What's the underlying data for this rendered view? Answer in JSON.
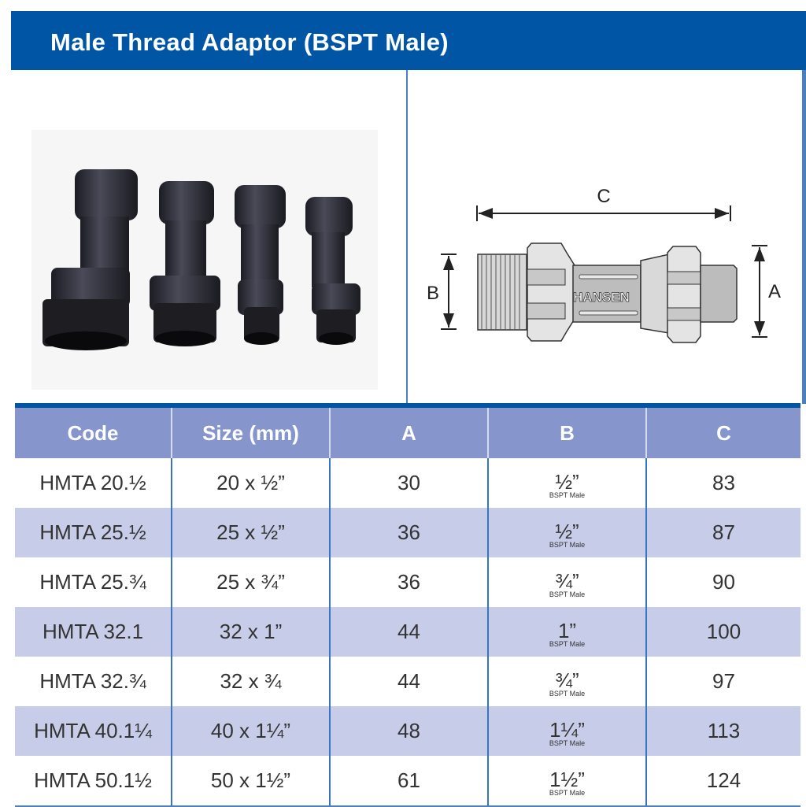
{
  "header": {
    "title": "Male Thread Adaptor (BSPT Male)",
    "bg_color": "#0055a5"
  },
  "photo": {
    "description": "Four black male thread adaptor fittings of decreasing size"
  },
  "diagram": {
    "labels": {
      "a": "A",
      "b": "B",
      "c": "C"
    },
    "brand": "HANSEN"
  },
  "table": {
    "header_color": "#8695cb",
    "alt_row_color": "#c7cce9",
    "columns": [
      "Code",
      "Size (mm)",
      "A",
      "B",
      "C"
    ],
    "b_sublabel": "BSPT Male",
    "rows": [
      {
        "code": "HMTA 20.½",
        "size": "20 x ½”",
        "a": "30",
        "b": "½”",
        "b_sub": "BSPT Male",
        "c": "83"
      },
      {
        "code": "HMTA 25.½",
        "size": "25 x ½”",
        "a": "36",
        "b": "½”",
        "b_sub": "BSPT Male",
        "c": "87"
      },
      {
        "code": "HMTA 25.¾",
        "size": "25 x ¾”",
        "a": "36",
        "b": "¾”",
        "b_sub": "BSPT Male",
        "c": "90"
      },
      {
        "code": "HMTA 32.1",
        "size": "32 x 1”",
        "a": "44",
        "b": "1”",
        "b_sub": "BSPT Male",
        "c": "100"
      },
      {
        "code": "HMTA 32.¾",
        "size": "32 x ¾",
        "a": "44",
        "b": "¾”",
        "b_sub": "BSPT Male",
        "c": "97"
      },
      {
        "code": "HMTA 40.1¼",
        "size": "40 x 1¼”",
        "a": "48",
        "b": "1¼”",
        "b_sub": "BSPT Male",
        "c": "113"
      },
      {
        "code": "HMTA 50.1½",
        "size": "50 x 1½”",
        "a": "61",
        "b": "1½”",
        "b_sub": "BSPT Male",
        "c": "124"
      }
    ]
  }
}
